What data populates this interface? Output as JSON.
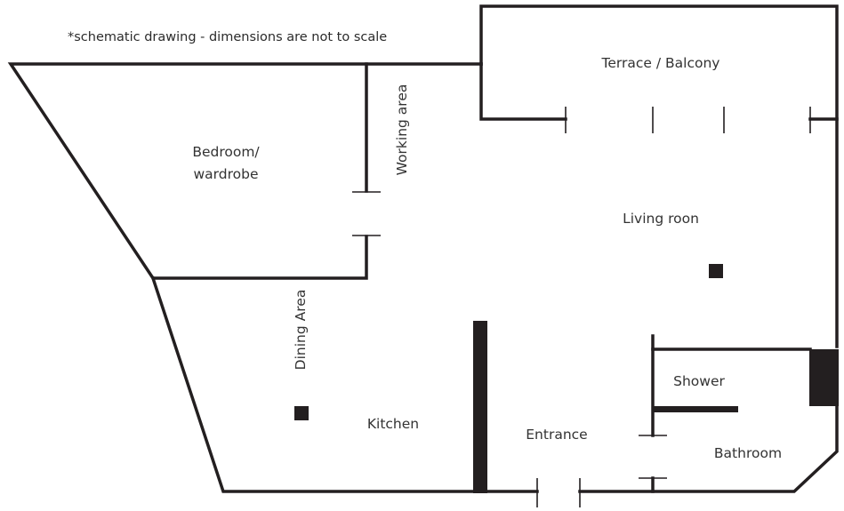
{
  "note": "*schematic drawing - dimensions are not to scale",
  "rooms": {
    "terrace": "Terrace / Balcony",
    "bedroom_line1": "Bedroom/",
    "bedroom_line2": "wardrobe",
    "working_area": "Working area",
    "living_room": "Living roon",
    "dining_area": "Dining Area",
    "kitchen": "Kitchen",
    "entrance": "Entrance",
    "shower": "Shower",
    "bathroom": "Bathroom"
  },
  "colors": {
    "wall": "#231f20",
    "text": "#333333",
    "background": "#ffffff"
  }
}
